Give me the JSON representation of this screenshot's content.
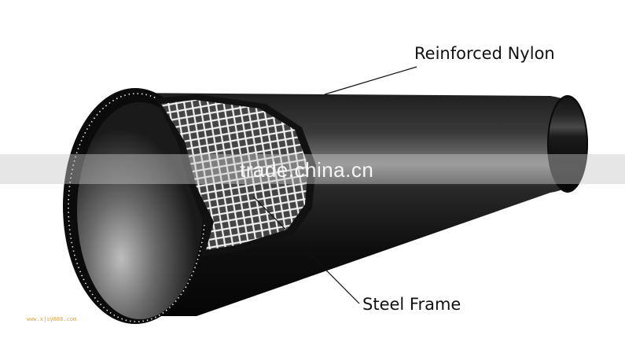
{
  "labels": {
    "reinforced_nylon": "Reinforced Nylon",
    "steel_frame": "Steel Frame"
  },
  "watermark": {
    "text": "trade.china.cn",
    "site_mark": "www.xjsy888.com"
  },
  "colors": {
    "pipe_black": "#0d0d0d",
    "mesh_white": "#f2f2f2",
    "watermark_band": "#c8c8c8"
  }
}
